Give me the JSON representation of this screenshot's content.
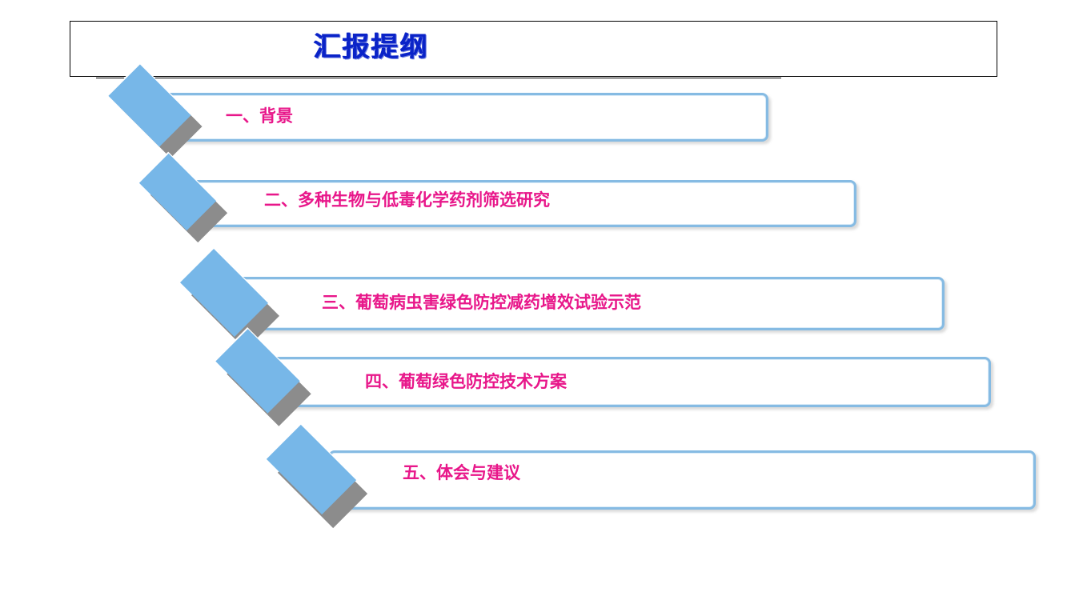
{
  "title": "汇报提纲",
  "outline": [
    {
      "label": "一、背景"
    },
    {
      "label": "二、多种生物与低毒化学药剂筛选研究"
    },
    {
      "label": "三、葡萄病虫害绿色防控减药增效试验示范"
    },
    {
      "label": "四、葡萄绿色防控技术方案"
    },
    {
      "label": "五、体会与建议"
    }
  ],
  "colors": {
    "title": "#0a23c8",
    "label": "#e8178a",
    "diamond": "#77b7e8",
    "bar_border": "#86bbe3"
  }
}
